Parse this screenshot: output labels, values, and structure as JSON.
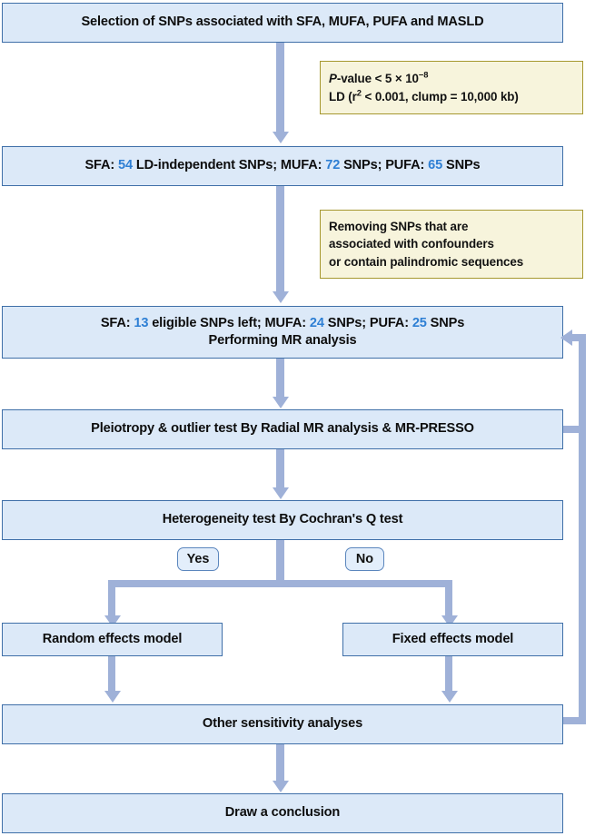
{
  "figure": {
    "title": "Mendelian randomization study workflow flowchart",
    "colors": {
      "box_fill": "#dce9f8",
      "box_border": "#3f6fa8",
      "note_fill": "#f7f4dc",
      "note_border": "#a6982f",
      "connector": "#9fb1d8",
      "number_accent": "#2e7fd4",
      "text": "#0d0d0d"
    }
  },
  "nodes": {
    "selection": {
      "id": "selection-box",
      "text": "Selection of SNPs associated with SFA, MUFA, PUFA and MASLD"
    },
    "ld_independent": {
      "id": "ld-independent-box",
      "segments": [
        {
          "text": "SFA: ",
          "accent": false
        },
        {
          "text": "54",
          "accent": true
        },
        {
          "text": " LD-independent SNPs; MUFA: ",
          "accent": false
        },
        {
          "text": "72",
          "accent": true
        },
        {
          "text": " SNPs;  PUFA: ",
          "accent": false
        },
        {
          "text": "65",
          "accent": true
        },
        {
          "text": " SNPs",
          "accent": false
        }
      ],
      "plain_text": "SFA: 54 LD-independent SNPs; MUFA: 72 SNPs;  PUFA: 65 SNPs"
    },
    "eligible": {
      "id": "eligible-snps-box",
      "line1_segments": [
        {
          "text": "SFA: ",
          "accent": false
        },
        {
          "text": "13",
          "accent": true
        },
        {
          "text": " eligible SNPs left; MUFA: ",
          "accent": false
        },
        {
          "text": "24",
          "accent": true
        },
        {
          "text": " SNPs; PUFA: ",
          "accent": false
        },
        {
          "text": "25",
          "accent": true
        },
        {
          "text": " SNPs",
          "accent": false
        }
      ],
      "line1_plain": "SFA: 13 eligible SNPs left; MUFA: 24 SNPs; PUFA: 25 SNPs",
      "line2": "Performing MR analysis"
    },
    "pleiotropy": {
      "id": "pleiotropy-box",
      "text": "Pleiotropy & outlier test By Radial MR analysis & MR-PRESSO"
    },
    "heterogeneity": {
      "id": "heterogeneity-box",
      "text": "Heterogeneity test By Cochran's Q test"
    },
    "random_effects": {
      "id": "random-effects-box",
      "text": "Random effects model"
    },
    "fixed_effects": {
      "id": "fixed-effects-box",
      "text": "Fixed effects model"
    },
    "sensitivity": {
      "id": "sensitivity-box",
      "text": "Other sensitivity analyses"
    },
    "conclusion": {
      "id": "conclusion-box",
      "text": "Draw a conclusion"
    }
  },
  "notes": {
    "thresholds": {
      "id": "threshold-note",
      "line1_prefix_italic": "P",
      "line1_rest": "-value < 5 × 10",
      "line1_exponent": "−8",
      "line2_part1": "LD (r",
      "line2_exponent": "2",
      "line2_part2": " < 0.001, clump = 10,000 kb)",
      "plain_text": "P-value < 5 × 10−8 ; LD (r2 < 0.001, clump = 10,000 kb)"
    },
    "removal": {
      "id": "removal-note",
      "line1": "Removing SNPs that are",
      "line2": "associated with confounders",
      "line3": "or contain palindromic sequences"
    }
  },
  "decision_labels": {
    "yes": "Yes",
    "no": "No"
  }
}
